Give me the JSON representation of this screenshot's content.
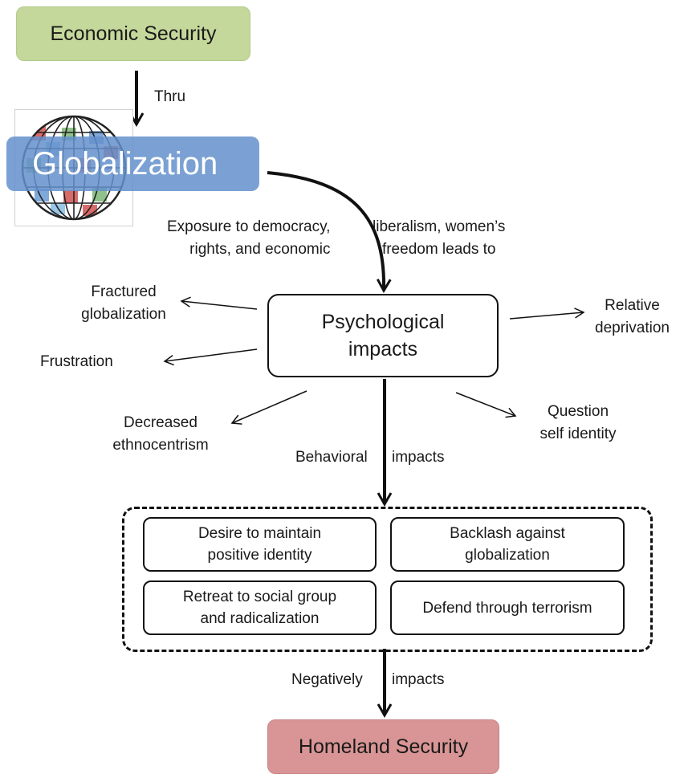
{
  "nodes": {
    "economic_security": "Economic Security",
    "globalization": "Globalization",
    "psychological_impacts": "Psychological\nimpacts",
    "homeland_security": "Homeland Security"
  },
  "edge_labels": {
    "thru": "Thru",
    "exposure_left": "Exposure to democracy,\nrights, and economic",
    "exposure_right": "liberalism, women’s\nfreedom leads to",
    "behavioral": "Behavioral",
    "impacts_1": "impacts",
    "negatively": "Negatively",
    "impacts_2": "impacts"
  },
  "psych_outcomes": {
    "fractured": "Fractured\nglobalization",
    "frustration": "Frustration",
    "decreased": "Decreased\nethnocentrism",
    "relative": "Relative\ndeprivation",
    "question": "Question\nself identity"
  },
  "behaviors": [
    "Desire to maintain\npositive identity",
    "Backlash against\nglobalization",
    "Retreat to social group\nand radicalization",
    "Defend through terrorism"
  ],
  "colors": {
    "economic_security": "#c5d89b",
    "globalization": "#6491cd",
    "homeland_security": "#d99595"
  },
  "icons": [
    "globe-icon"
  ]
}
